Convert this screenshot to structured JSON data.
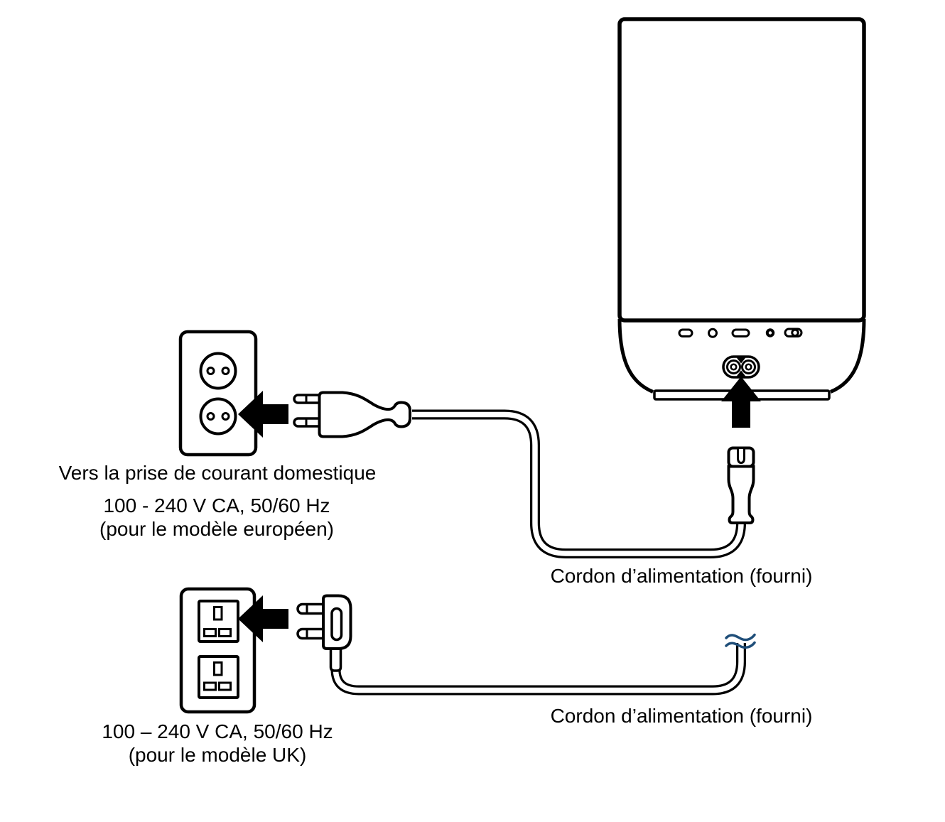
{
  "figure": {
    "kind": "power-connection-illustration",
    "device": "speaker-rear-view"
  },
  "labels": {
    "eu_outlet_caption": "Vers la prise de courant domestique",
    "eu_voltage": "100 - 240 V CA, 50/60 Hz",
    "eu_model": "(pour le modèle européen)",
    "cord_supplied_eu": "Cordon d’alimentation (fourni)",
    "cord_supplied_uk": "Cordon d’alimentation (fourni)",
    "uk_voltage": "100 – 240 V CA, 50/60 Hz",
    "uk_model": "(pour le modèle UK)"
  },
  "colors": {
    "ink": "#000000",
    "background": "#ffffff",
    "cable_break_mark": "#1f4e79"
  }
}
